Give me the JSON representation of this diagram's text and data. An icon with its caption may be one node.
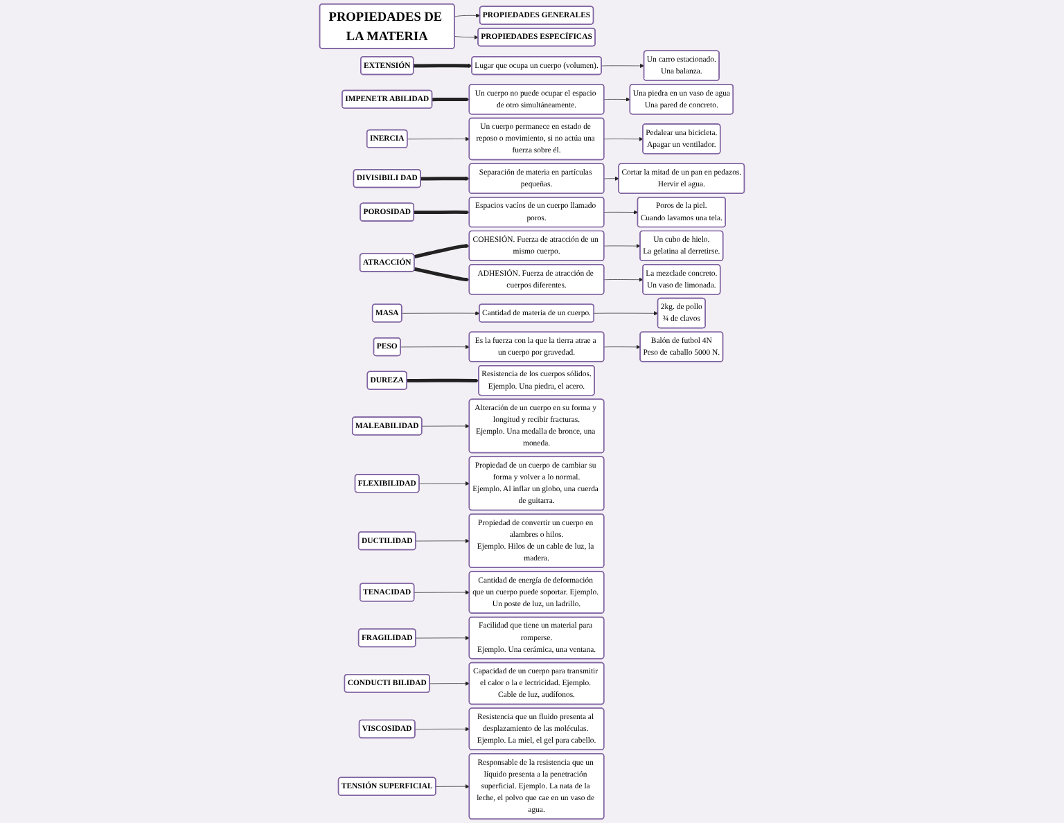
{
  "diagram": {
    "nodes": [
      {
        "text": [
          "PROPIEDADES DE LA MATERIA"
        ]
      },
      {
        "text": [
          "PROPIEDADES GENERALES"
        ]
      },
      {
        "text": [
          "PROPIEDADES ESPECÍFICAS"
        ]
      },
      {
        "text": [
          "EXTENSIÓN"
        ]
      },
      {
        "text": [
          "Lugar que ocupa un cuerpo (volumen)."
        ]
      },
      {
        "text": [
          "Un carro estacionado.",
          "Una balanza."
        ]
      },
      {
        "text": [
          "IMPENETR ABILIDAD"
        ]
      },
      {
        "text": [
          "Un cuerpo no puede ocupar el espacio de otro simultáneamente."
        ]
      },
      {
        "text": [
          "Una piedra en un vaso de agua",
          "Una pared de concreto."
        ]
      },
      {
        "text": [
          "INERCIA"
        ]
      },
      {
        "text": [
          "Un cuerpo permanece en estado de reposo o movimiento, si no actúa una fuerza sobre él."
        ]
      },
      {
        "text": [
          "Pedalear una bicicleta.",
          "Apagar un ventilador."
        ]
      },
      {
        "text": [
          "DIVISIBILI DAD"
        ]
      },
      {
        "text": [
          "Separación de materia en partículas pequeñas."
        ]
      },
      {
        "text": [
          "Cortar la mitad de un pan en pedazos.",
          "Hervir el agua."
        ]
      },
      {
        "text": [
          "POROSIDAD"
        ]
      },
      {
        "text": [
          "Espacios vacíos de un cuerpo llamado poros."
        ]
      },
      {
        "text": [
          "Poros de la piel.",
          "Cuando lavamos una tela."
        ]
      },
      {
        "text": [
          "ATRACCIÓN"
        ]
      },
      {
        "text": [
          "COHESIÓN. Fuerza de atracción de un mismo cuerpo."
        ]
      },
      {
        "text": [
          "Un cubo de hielo.",
          "La gelatina al derretirse."
        ]
      },
      {
        "text": [
          "ADHESIÓN. Fuerza de atracción de cuerpos diferentes."
        ]
      },
      {
        "text": [
          "La mezclade concreto.",
          "Un vaso de limonada."
        ]
      },
      {
        "text": [
          "MASA"
        ]
      },
      {
        "text": [
          "Cantidad de materia de un cuerpo."
        ]
      },
      {
        "text": [
          "2kg. de pollo",
          "¾ de clavos"
        ]
      },
      {
        "text": [
          "PESO"
        ]
      },
      {
        "text": [
          "Es la fuerza con la que la tierra atrae a un cuerpo por gravedad."
        ]
      },
      {
        "text": [
          "Balón de futbol 4N",
          "Peso de caballo 5000 N."
        ]
      },
      {
        "text": [
          "DUREZA"
        ]
      },
      {
        "text": [
          "Resistencia de los cuerpos sólidos.",
          "Ejemplo. Una piedra, el acero."
        ]
      },
      {
        "text": [
          "MALEABILIDAD"
        ]
      },
      {
        "text": [
          "Alteración de un cuerpo en su forma y longitud y recibir fracturas.",
          "Ejemplo. Una medalla de bronce, una moneda."
        ]
      },
      {
        "text": [
          "FLEXIBILIDAD"
        ]
      },
      {
        "text": [
          "Propiedad de un cuerpo de cambiar su forma y volver a lo normal.",
          "Ejemplo. Al inflar un globo, una cuerda de guitarra."
        ]
      },
      {
        "text": [
          "DUCTILIDAD"
        ]
      },
      {
        "text": [
          "Propiedad de convertir un cuerpo en alambres o hilos.",
          "Ejemplo. Hilos de un cable de luz, la madera."
        ]
      },
      {
        "text": [
          "TENACIDAD"
        ]
      },
      {
        "text": [
          "Cantidad de energía de deformación que un cuerpo puede soportar. Ejemplo. Un poste de luz, un ladrillo."
        ]
      },
      {
        "text": [
          "FRAGILIDAD"
        ]
      },
      {
        "text": [
          "Facilidad que tiene un material para romperse.",
          "Ejemplo. Una cerámica, una ventana."
        ]
      },
      {
        "text": [
          "CONDUCTI BILIDAD"
        ]
      },
      {
        "text": [
          "Capacidad de un cuerpo para transmitir el calor o la e lectricidad. Ejemplo. Cable de luz, audífonos."
        ]
      },
      {
        "text": [
          "VISCOSIDAD"
        ]
      },
      {
        "text": [
          "Resistencia que un fluido presenta al desplazamiento de las moléculas. Ejemplo. La miel, el gel para cabello."
        ]
      },
      {
        "text": [
          "TENSIÓN SUPERFICIAL"
        ]
      },
      {
        "text": [
          "Responsable de la resistencia que un líquido presenta a la penetración superficial. Ejemplo. La nata de la leche, el polvo que cae en un vaso de agua."
        ]
      }
    ],
    "edges": [
      {
        "from": 0,
        "to": 1,
        "arrow": "to"
      },
      {
        "from": 0,
        "to": 2,
        "arrow": "to"
      },
      {
        "from": 3,
        "to": 4,
        "arrow": "to",
        "style": "thick"
      },
      {
        "from": 4,
        "to": 5,
        "arrow": "to"
      },
      {
        "from": 6,
        "to": 7,
        "arrow": "to",
        "style": "thick"
      },
      {
        "from": 7,
        "to": 8,
        "arrow": "to"
      },
      {
        "from": 9,
        "to": 10,
        "arrow": "to"
      },
      {
        "from": 10,
        "to": 11,
        "arrow": "to"
      },
      {
        "from": 12,
        "to": 13,
        "arrow": "to",
        "style": "thick"
      },
      {
        "from": 13,
        "to": 14,
        "arrow": "to"
      },
      {
        "from": 15,
        "to": 16,
        "arrow": "to",
        "style": "thick"
      },
      {
        "from": 16,
        "to": 17,
        "arrow": "to"
      },
      {
        "from": 18,
        "to": 19,
        "arrow": "to",
        "style": "thick"
      },
      {
        "from": 19,
        "to": 20,
        "arrow": "to"
      },
      {
        "from": 18,
        "to": 21,
        "arrow": "to",
        "style": "thick"
      },
      {
        "from": 21,
        "to": 22,
        "arrow": "to"
      },
      {
        "from": 23,
        "to": 24,
        "arrow": "to"
      },
      {
        "from": 24,
        "to": 25,
        "arrow": "to"
      },
      {
        "from": 26,
        "to": 27,
        "arrow": "to"
      },
      {
        "from": 27,
        "to": 28,
        "arrow": "to"
      },
      {
        "from": 29,
        "to": 30,
        "arrow": "to",
        "style": "thick"
      },
      {
        "from": 31,
        "to": 32,
        "arrow": "to"
      },
      {
        "from": 33,
        "to": 34,
        "arrow": "to"
      },
      {
        "from": 35,
        "to": 36,
        "arrow": "to"
      },
      {
        "from": 37,
        "to": 38,
        "arrow": "to"
      },
      {
        "from": 39,
        "to": 40,
        "arrow": "to"
      },
      {
        "from": 41,
        "to": 42,
        "arrow": "to"
      },
      {
        "from": 43,
        "to": 44,
        "arrow": "to"
      },
      {
        "from": 45,
        "to": 46,
        "arrow": "to"
      }
    ]
  }
}
